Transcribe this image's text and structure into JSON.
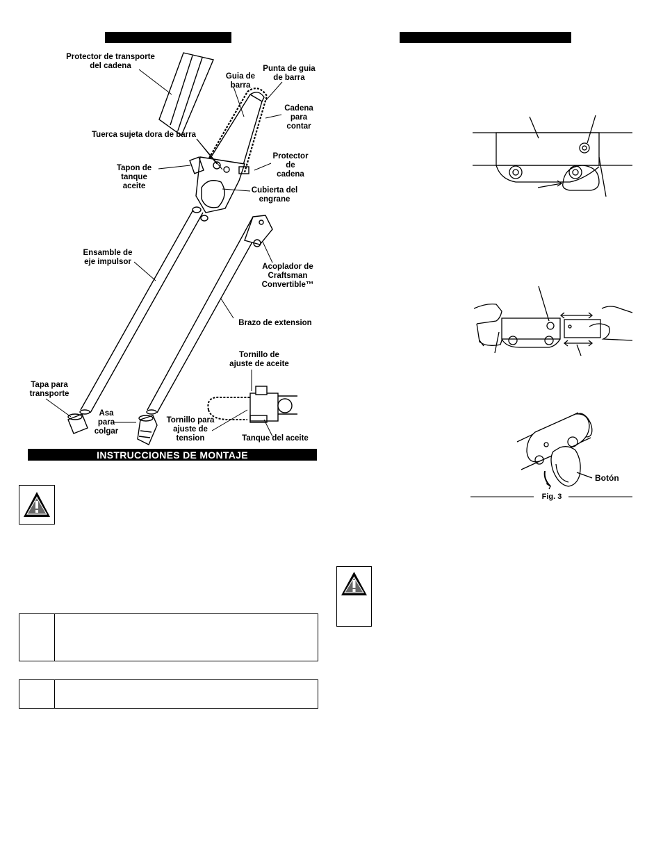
{
  "header": {
    "left_bar_text": "",
    "right_bar_text": ""
  },
  "parts_diagram": {
    "labels": {
      "protector_transporte": "Protector de transporte\ndel cadena",
      "guia_barra": "Guia de\nbarra",
      "punta_guia": "Punta de guia\nde barra",
      "cadena": "Cadena\npara\ncontar",
      "tuerca": "Tuerca sujeta dora de barra",
      "tapon": "Tapon de\ntanque\naceite",
      "protector_cadena": "Protector\nde\ncadena",
      "cubierta": "Cubierta del\nengrane",
      "ensamble": "Ensamble de\neje impulsor",
      "acoplador": "Acoplador de\nCraftsman\nConvertible™",
      "brazo": "Brazo de extension",
      "tornillo_aceite": "Tornillo de\najuste de aceite",
      "tapa": "Tapa para\ntransporte",
      "asa": "Asa\npara\ncolgar",
      "tornillo_tension": "Tornillo para\najuste de\ntension",
      "tanque": "Tanque del aceite"
    }
  },
  "section": {
    "title": "INSTRUCCIONES DE MONTAJE"
  },
  "figures": {
    "fig3_button_label": "Botón",
    "fig3_caption": "Fig. 3"
  },
  "icons": {
    "warning": "warning-triangle-icon"
  }
}
